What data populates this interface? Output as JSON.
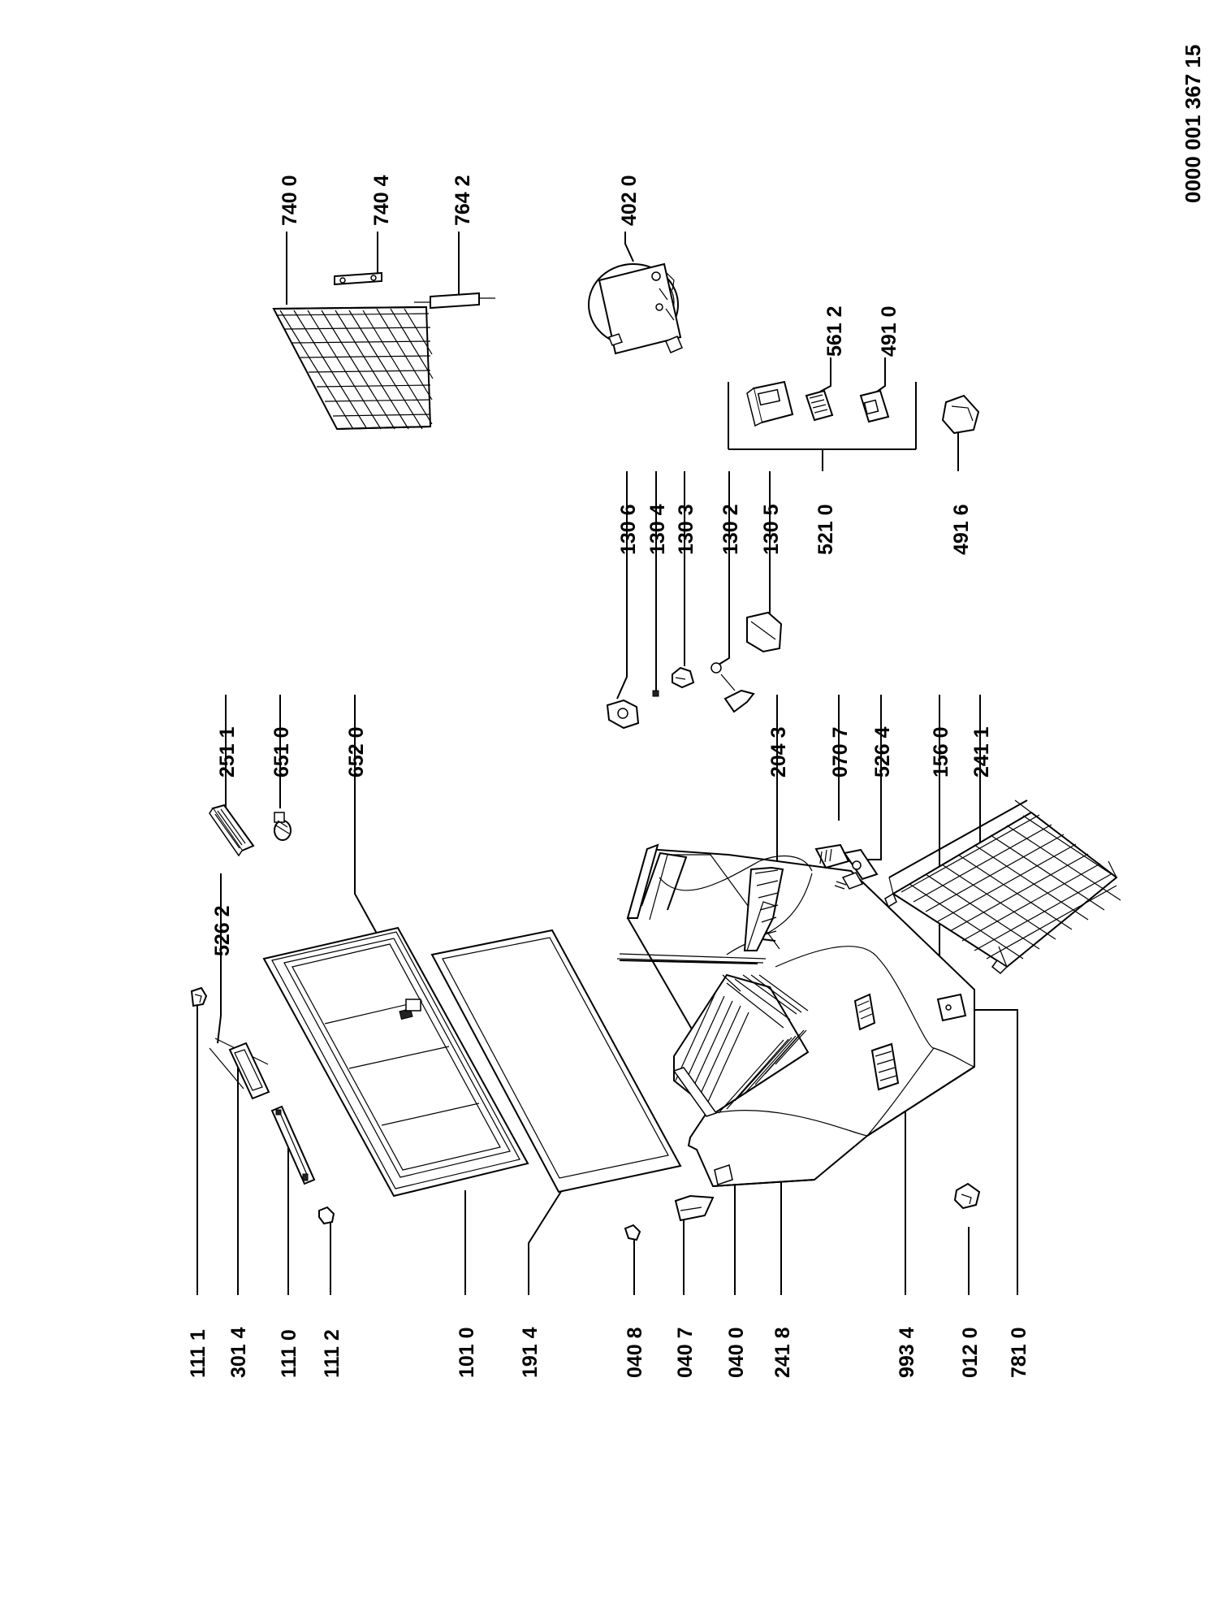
{
  "document_number": "0000 001 367 15",
  "labels": {
    "p1111": "111 1",
    "p3014": "301 4",
    "p1110": "111 0",
    "p1112": "111 2",
    "p1010": "101 0",
    "p1914": "191 4",
    "p0408": "040 8",
    "p0407": "040 7",
    "p0400": "040 0",
    "p2418": "241 8",
    "p9934": "993 4",
    "p0120": "012 0",
    "p7810": "781 0",
    "p5262": "526 2",
    "p2511": "251 1",
    "p6510": "651 0",
    "p6520": "652 0",
    "p2043": "204 3",
    "p0707": "070 7",
    "p5264": "526 4",
    "p1560": "156 0",
    "p2411": "241 1",
    "p1306": "130 6",
    "p1304": "130 4",
    "p1303": "130 3",
    "p1302": "130 2",
    "p1305": "130 5",
    "p5210": "521 0",
    "p4916": "491 6",
    "p7400": "740 0",
    "p7404": "740 4",
    "p7642": "764 2",
    "p4020": "402 0",
    "p5612": "561 2",
    "p4910": "491 0"
  }
}
